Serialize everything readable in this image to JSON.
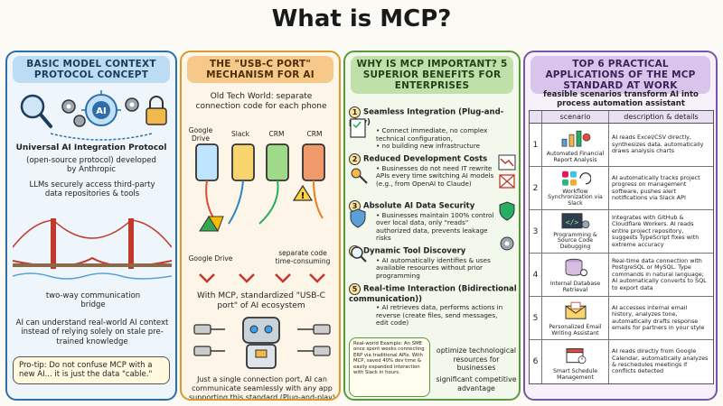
{
  "title": "What is MCP?",
  "panel1": {
    "heading": "BASIC MODEL CONTEXT PROTOCOL CONCEPT",
    "ai_label": "AI",
    "subtitle": "Universal AI Integration Protocol",
    "open_source": "(open-source protocol) developed by Anthropic",
    "llm_text": "LLMs securely access third-party data repositories & tools",
    "bridge_text": "two-way communication bridge",
    "understand_text": "AI can understand real-world AI context instead of relying solely on stale pre-trained knowledge",
    "protip": "Pro-tip: Do not confuse MCP with a new AI... it is just the data \"cable.\""
  },
  "panel2": {
    "heading": "THE \"USB-C PORT\" MECHANISM FOR AI",
    "old_world": "Old Tech World: separate connection code for each phone",
    "phones": [
      "Google Drive",
      "Slack",
      "CRM",
      "CRM"
    ],
    "google_drive": "Google Drive",
    "separate_code": "separate code time-consuming",
    "with_mcp": "With MCP, standardized \"USB-C port\" of AI ecosystem",
    "single_port": "Just a single connection port, AI can communicate seamlessly with any app supporting this standard (Plug-and-play)"
  },
  "panel3": {
    "heading": "WHY IS MCP IMPORTANT? 5 SUPERIOR BENEFITS FOR ENTERPRISES",
    "benefits": [
      {
        "num": "1",
        "title": "Seamless Integration (Plug-and-play)",
        "bullets": [
          "Connect immediate, no complex technical configuration,",
          "no building new infrastructure"
        ]
      },
      {
        "num": "2",
        "title": "Reduced Development Costs",
        "bullets": [
          "Businesses do not need IT rewrite APIs every time switching AI models (e.g., from OpenAI to Claude)"
        ]
      },
      {
        "num": "3",
        "title": "Absolute AI Data Security",
        "bullets": [
          "Businesses maintain 100% control over local data, only \"reads\" authorized data, prevents leakage risks"
        ]
      },
      {
        "num": "4",
        "title": "Dynamic Tool Discovery",
        "bullets": [
          "AI automatically identifies & uses available resources without prior programming"
        ]
      },
      {
        "num": "5",
        "title": "Real-time Interaction (Bidirectional communication))",
        "bullets": [
          "AI retrieves data, performs actions in reverse (create files, send messages, edit code)"
        ]
      }
    ],
    "example": "Real-world Example: An SME once spent weeks connecting ERP via traditional APIs. With MCP, saved 40% dev time & easily expanded interaction with Slack in hours.",
    "optimize": "optimize technological resources for businesses",
    "advantage": "significant competitive advantage"
  },
  "panel4": {
    "heading": "TOP 6 PRACTICAL APPLICATIONS OF THE MCP STANDARD AT WORK",
    "intro": "feasible scenarios transform AI into process automation assistant",
    "col_scenario": "scenario",
    "col_desc": "description & details",
    "rows": [
      {
        "num": "1",
        "scenario": "Automated Financial Report Analysis",
        "desc": "AI reads Excel/CSV directly, synthesizes data, automatically draws analysis charts"
      },
      {
        "num": "2",
        "scenario": "Workflow Synchronization via Slack",
        "desc": "AI automatically tracks project progress on management software, pushes alert notifications via Slack API"
      },
      {
        "num": "3",
        "scenario": "Programming & Source Code Debugging",
        "desc": "Integrates with GitHub & Cloudflare Workers. AI reads entire project repository, suggests TypeScript fixes with extreme accuracy"
      },
      {
        "num": "4",
        "scenario": "Internal Database Retrieval",
        "desc": "Real-time data connection with PostgreSQL or MySQL. Type commands in natural language; AI automatically converts to SQL to export data"
      },
      {
        "num": "5",
        "scenario": "Personalized Email Writing Assistant",
        "desc": "AI accesses internal email history, analyzes tone, automatically drafts response emails for partners in your style"
      },
      {
        "num": "6",
        "scenario": "Smart Schedule Management",
        "desc": "AI reads directly from Google Calendar, automatically analyzes & reschedules meetings if conflicts detected"
      }
    ]
  },
  "colors": {
    "panel1": "#2f6fa6",
    "panel2": "#d99a2b",
    "panel3": "#5a9a3c",
    "panel4": "#7a55a8"
  }
}
